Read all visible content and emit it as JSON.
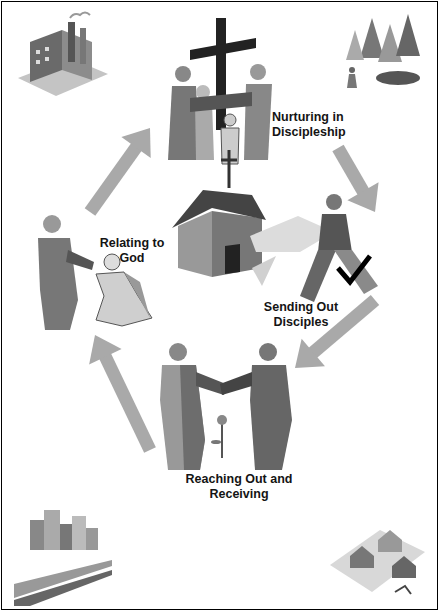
{
  "diagram": {
    "nodes": [
      {
        "text": [
          "Nurturing in Discipleship"
        ]
      },
      {
        "text": [
          "Sending Out Disciples"
        ]
      },
      {
        "text": [
          "Reaching Out and Receiving"
        ]
      },
      {
        "text": [
          "Relating to God"
        ]
      }
    ],
    "edges": [
      {
        "from": 0,
        "to": 1,
        "arrow": "to"
      },
      {
        "from": 1,
        "to": 2,
        "arrow": "to"
      },
      {
        "from": 2,
        "to": 3,
        "arrow": "to"
      },
      {
        "from": 3,
        "to": 0,
        "arrow": "to"
      }
    ]
  }
}
